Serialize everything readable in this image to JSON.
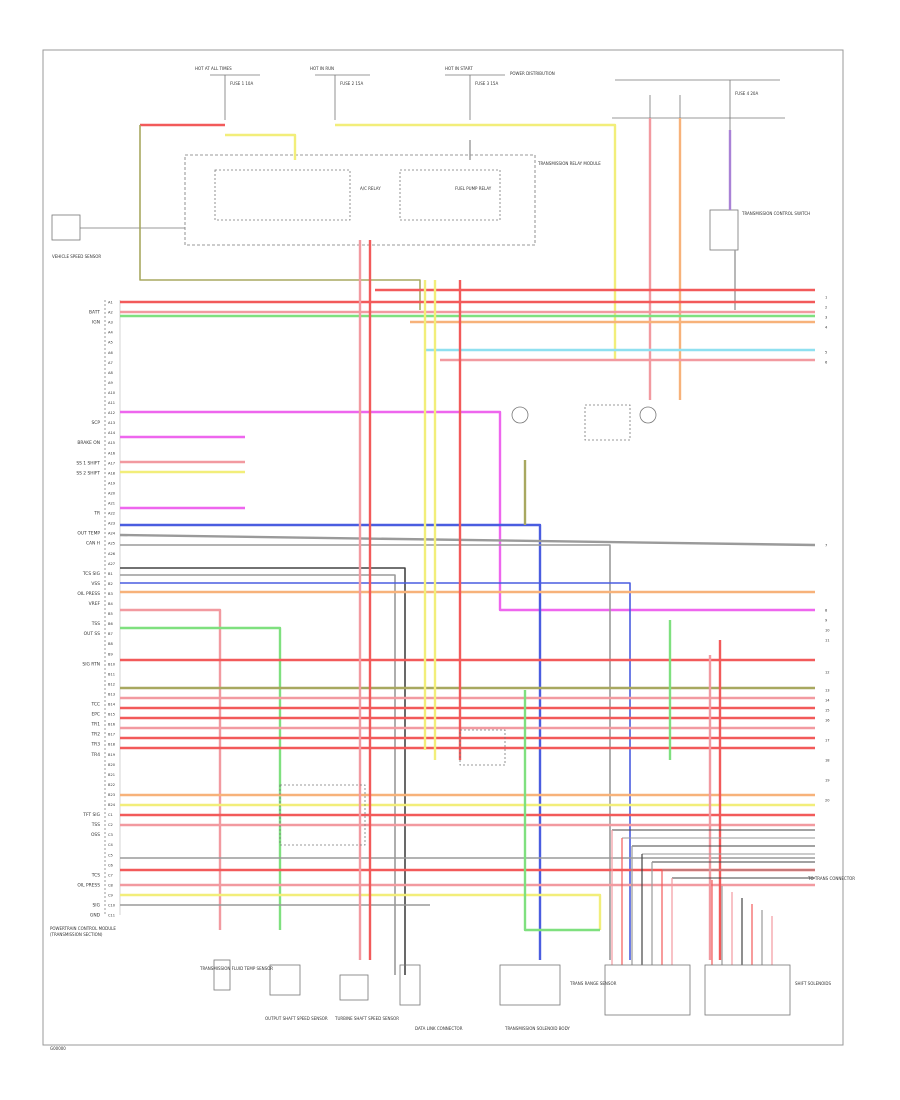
{
  "meta": {
    "figure_code": "G00000"
  },
  "top_labels": {
    "hot_1": "HOT AT ALL TIMES",
    "hot_2": "HOT IN RUN",
    "hot_3": "HOT IN START",
    "fuse_a": "FUSE 1 10A",
    "fuse_b": "FUSE 2 15A",
    "fuse_c": "FUSE 3 15A",
    "power_dist": "POWER DISTRIBUTION",
    "fuse_right": "FUSE 4 20A",
    "relay_box": "TRANSMISSION RELAY MODULE",
    "relay_a": "A/C RELAY",
    "relay_b": "FUEL PUMP RELAY",
    "switch_right": "TRANSMISSION CONTROL SWITCH",
    "sensor_left": "VEHICLE SPEED SENSOR"
  },
  "ecm_label": "POWERTRAIN CONTROL MODULE",
  "ecm_sublabel": "(TRANSMISSION SECTION)",
  "pins_left": [
    {
      "label": "",
      "num": "A1"
    },
    {
      "label": "BATT",
      "num": "A2"
    },
    {
      "label": "IGN",
      "num": "A3"
    },
    {
      "label": "",
      "num": "A4"
    },
    {
      "label": "",
      "num": "A5"
    },
    {
      "label": "",
      "num": "A6"
    },
    {
      "label": "",
      "num": "A7"
    },
    {
      "label": "",
      "num": "A8"
    },
    {
      "label": "",
      "num": "A9"
    },
    {
      "label": "",
      "num": "A10"
    },
    {
      "label": "",
      "num": "A11"
    },
    {
      "label": "",
      "num": "A12"
    },
    {
      "label": "SCP",
      "num": "A13"
    },
    {
      "label": "",
      "num": "A14"
    },
    {
      "label": "BRAKE ON",
      "num": "A15"
    },
    {
      "label": "",
      "num": "A16"
    },
    {
      "label": "SS 1 SHIFT",
      "num": "A17"
    },
    {
      "label": "SS 2 SHIFT",
      "num": "A18"
    },
    {
      "label": "",
      "num": "A19"
    },
    {
      "label": "",
      "num": "A20"
    },
    {
      "label": "",
      "num": "A21"
    },
    {
      "label": "TR",
      "num": "A22"
    },
    {
      "label": "",
      "num": "A23"
    },
    {
      "label": "OUT TEMP",
      "num": "A24"
    },
    {
      "label": "CAN H",
      "num": "A25"
    },
    {
      "label": "",
      "num": "A26"
    },
    {
      "label": "",
      "num": "A27"
    },
    {
      "label": "TCS SIG",
      "num": "B1"
    },
    {
      "label": "VSS",
      "num": "B2"
    },
    {
      "label": "OIL PRESS",
      "num": "B3"
    },
    {
      "label": "VREF",
      "num": "B4"
    },
    {
      "label": "",
      "num": "B5"
    },
    {
      "label": "TSS",
      "num": "B6"
    },
    {
      "label": "OUT SS",
      "num": "B7"
    },
    {
      "label": "",
      "num": "B8"
    },
    {
      "label": "",
      "num": "B9"
    },
    {
      "label": "SIG RTN",
      "num": "B10"
    },
    {
      "label": "",
      "num": "B11"
    },
    {
      "label": "",
      "num": "B12"
    },
    {
      "label": "",
      "num": "B13"
    },
    {
      "label": "TCC",
      "num": "B14"
    },
    {
      "label": "EPC",
      "num": "B15"
    },
    {
      "label": "TR1",
      "num": "B16"
    },
    {
      "label": "TR2",
      "num": "B17"
    },
    {
      "label": "TR3",
      "num": "B18"
    },
    {
      "label": "TR4",
      "num": "B19"
    },
    {
      "label": "",
      "num": "B20"
    },
    {
      "label": "",
      "num": "B21"
    },
    {
      "label": "",
      "num": "B22"
    },
    {
      "label": "",
      "num": "B23"
    },
    {
      "label": "",
      "num": "B24"
    },
    {
      "label": "TFT SIG",
      "num": "C1"
    },
    {
      "label": "TSS",
      "num": "C2"
    },
    {
      "label": "OSS",
      "num": "C3"
    },
    {
      "label": "",
      "num": "C4"
    },
    {
      "label": "",
      "num": "C5"
    },
    {
      "label": "",
      "num": "C6"
    },
    {
      "label": "TCS",
      "num": "C7"
    },
    {
      "label": "OIL PRESS",
      "num": "C8"
    },
    {
      "label": "",
      "num": "C9"
    },
    {
      "label": "SIG",
      "num": "C10"
    },
    {
      "label": "GND",
      "num": "C11"
    }
  ],
  "right_edge_labels": [
    "1",
    "2",
    "3",
    "4",
    "5",
    "6",
    "7",
    "8",
    "9",
    "10",
    "11",
    "12",
    "13",
    "14",
    "15",
    "16",
    "17",
    "18",
    "19",
    "20"
  ],
  "connector_label": "TO TRANS CONNECTOR",
  "bottom_components": [
    {
      "name": "transmission-fluid-temp-sensor",
      "label": "TRANSMISSION FLUID TEMP SENSOR"
    },
    {
      "name": "output-shaft-speed-sensor",
      "label": "OUTPUT SHAFT SPEED SENSOR"
    },
    {
      "name": "turbine-shaft-speed-sensor",
      "label": "TURBINE SHAFT SPEED SENSOR"
    },
    {
      "name": "data-link-connector",
      "label": "DATA LINK CONNECTOR"
    },
    {
      "name": "transmission-solenoid-body",
      "label": "TRANSMISSION SOLENOID BODY"
    },
    {
      "name": "left-connector",
      "label": "TRANS RANGE SENSOR"
    },
    {
      "name": "right-connector",
      "label": "SHIFT SOLENOIDS"
    }
  ],
  "wire_colors": {
    "red": "#f25a5a",
    "pink": "#f29aa0",
    "green": "#7fe07f",
    "yellow": "#f2ee7a",
    "orange": "#f7b27a",
    "magenta": "#ee66ee",
    "blue": "#4a5de0",
    "lightblue": "#8fe0f0",
    "gray": "#9a9a9a",
    "black": "#444444",
    "tan": "#c8b482",
    "purple": "#a982d6",
    "olive": "#a8a860",
    "darkgreen": "#3da63d"
  }
}
